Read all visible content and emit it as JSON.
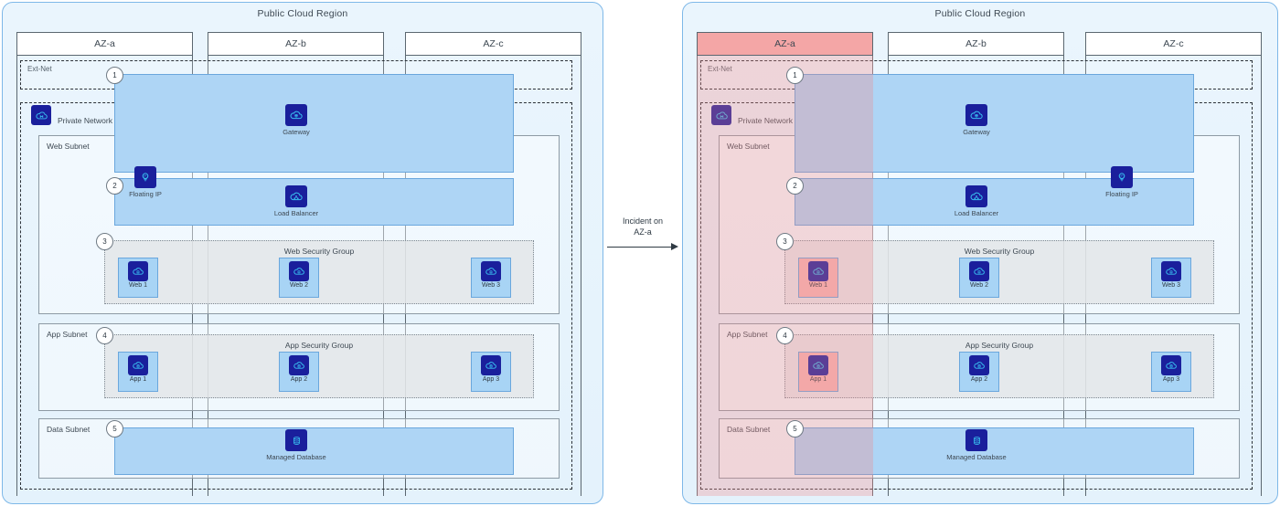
{
  "transition": {
    "label_line1": "Incident on",
    "label_line2": "AZ-a"
  },
  "panels": [
    {
      "id": "before",
      "region_title": "Public Cloud Region",
      "azs": [
        {
          "name": "AZ-a",
          "state": "healthy"
        },
        {
          "name": "AZ-b",
          "state": "healthy"
        },
        {
          "name": "AZ-c",
          "state": "healthy"
        }
      ],
      "extnet_label": "Ext-Net",
      "private_network_label": "Private Network",
      "subnets": [
        {
          "label": "Web Subnet"
        },
        {
          "label": "App Subnet"
        },
        {
          "label": "Data Subnet"
        }
      ],
      "security_groups": [
        {
          "label": "Web Security Group"
        },
        {
          "label": "App Security Group"
        }
      ],
      "services": {
        "gateway": "Gateway",
        "floating_ip": "Floating IP",
        "load_balancer": "Load Balancer",
        "managed_database": "Managed Database"
      },
      "floating_ip_az": "AZ-a",
      "web_nodes": [
        {
          "label": "Web 1",
          "state": "healthy"
        },
        {
          "label": "Web 2",
          "state": "healthy"
        },
        {
          "label": "Web 3",
          "state": "healthy"
        }
      ],
      "app_nodes": [
        {
          "label": "App 1",
          "state": "healthy"
        },
        {
          "label": "App 2",
          "state": "healthy"
        },
        {
          "label": "App 3",
          "state": "healthy"
        }
      ],
      "markers": [
        "1",
        "2",
        "3",
        "4",
        "5"
      ]
    },
    {
      "id": "after",
      "region_title": "Public Cloud Region",
      "azs": [
        {
          "name": "AZ-a",
          "state": "failed"
        },
        {
          "name": "AZ-b",
          "state": "healthy"
        },
        {
          "name": "AZ-c",
          "state": "healthy"
        }
      ],
      "extnet_label": "Ext-Net",
      "private_network_label": "Private Network",
      "subnets": [
        {
          "label": "Web Subnet"
        },
        {
          "label": "App Subnet"
        },
        {
          "label": "Data Subnet"
        }
      ],
      "security_groups": [
        {
          "label": "Web Security Group"
        },
        {
          "label": "App Security Group"
        }
      ],
      "services": {
        "gateway": "Gateway",
        "floating_ip": "Floating IP",
        "load_balancer": "Load Balancer",
        "managed_database": "Managed Database"
      },
      "floating_ip_az": "AZ-c",
      "web_nodes": [
        {
          "label": "Web 1",
          "state": "failed"
        },
        {
          "label": "Web 2",
          "state": "healthy"
        },
        {
          "label": "Web 3",
          "state": "healthy"
        }
      ],
      "app_nodes": [
        {
          "label": "App 1",
          "state": "failed"
        },
        {
          "label": "App 2",
          "state": "healthy"
        },
        {
          "label": "App 3",
          "state": "healthy"
        }
      ],
      "markers": [
        "1",
        "2",
        "3",
        "4",
        "5"
      ]
    }
  ],
  "colors": {
    "region_border": "#7eb8e8",
    "region_fill": "#eaf5fd",
    "band_fill": "#aed5f5",
    "node_fill": "#a8d4f5",
    "failed_fill": "#f4b7b7",
    "az_failed_header": "#f4a6a6",
    "icon_blue": "#1a1f9c",
    "text": "#3d4852"
  }
}
